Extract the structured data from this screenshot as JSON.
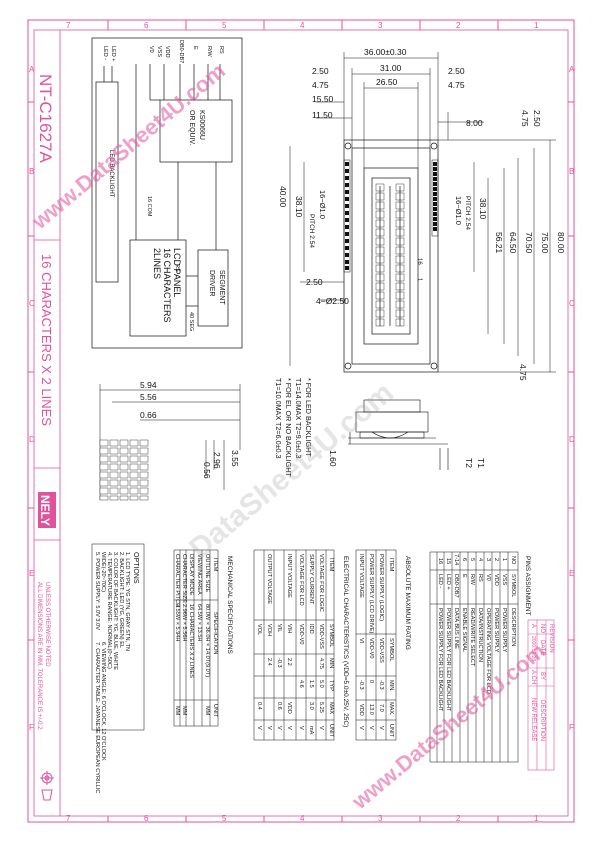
{
  "title": {
    "model": "NT-C1627A",
    "subtitle": "16 CHARACTERS X 2 LINES",
    "logo_text": "NELY"
  },
  "frame_labels": {
    "top": [
      "7",
      "6",
      "5",
      "4",
      "3",
      "2",
      "1"
    ],
    "left": [
      "A",
      "B",
      "C",
      "D",
      "E",
      "F"
    ]
  },
  "block_diagram": {
    "pins_left": [
      "LED -",
      "LED +",
      "V0",
      "VSS",
      "VDD",
      "DB0-DB7",
      "E",
      "R/W",
      "RS"
    ],
    "controller": [
      "KS0066U",
      "OR EQUIV."
    ],
    "backlight": "LED   BACKLIGHT",
    "bus_16com": "16 COM",
    "panel": [
      "LCD PANEL",
      "16 CHARACTERS",
      "2LINES"
    ],
    "segment_driver": [
      "SEGMENT",
      "DRIVER"
    ],
    "bus_40seg": "40 SEG",
    "bus_rs": "RS"
  },
  "dims_top": {
    "d36": "36.00±0.30",
    "d250a": "2.50",
    "d31": "31.00",
    "d250b": "2.50",
    "d475a": "4.75",
    "d2650": "26.50",
    "d475b": "4.75",
    "d1550": "15.50",
    "d1150": "11.50",
    "d800": "8.00",
    "d250c": "2.50",
    "d475c": "4.75"
  },
  "dims_right": {
    "d8000": "80.00",
    "d7500": "75.00",
    "d7050": "70.50",
    "d6450": "64.50",
    "d5621": "56.21",
    "d3810b": "38.10",
    "pitch_r": "PITCH 2.54",
    "hole_r": "16−Ø1.0",
    "d4000": "40.00",
    "d3810a": "38.10",
    "pitch_l": "PITCH 2.54",
    "hole_l": "16−Ø1.0",
    "d250d": "2.50",
    "mount": "4−Ø2.50",
    "d475d": "4.75",
    "pin1": "1",
    "pin16": "16"
  },
  "notes_side": [
    "* FOR LED BACKLIGHT",
    "T1=14.0MAX   T2=9.0±0.3",
    "* FOR EL OR NO BACKLIGHT",
    "T1=10.0MAX   T2=6.0±0.3"
  ],
  "side_dims": {
    "d160": "1.60",
    "t1": "T1",
    "t2": "T2"
  },
  "char_dims": {
    "d594": "5.94",
    "d556": "5.56",
    "d066": "0.66",
    "d296": "2.96",
    "d056": "0.56",
    "d355": "3.55"
  },
  "options": {
    "title": "OPTIONS",
    "items": [
      "1. LCD TYPE: YG STN, GRAY STN, TN",
      "2. BACKLIGHT: LED (YG, GREEN)  EL",
      "3. COLOR OF BACKLIGHT: YG, BLUE, WHITE",
      "4. TEMPERATURE RANGE: NORMAL(0~50C)",
      "            WIDE(-20~70C)",
      "5. POWER SUPPLY: 5.0V   3.0V",
      "6. VIEWING ANGLE: 6 O'CLOCK, 12 O'CLOCK",
      "7. CHARACTER TABLE: JAPANESE  EUROPEAN  CYRILLIC"
    ]
  },
  "mech_spec": {
    "title": "MECHANICAL SPECIFICATIONS",
    "header": [
      "ITEM",
      "SPECIFICATION",
      "UNIT"
    ],
    "rows": [
      [
        "OUTLINE SIZE",
        "80.0W × 36.0H × 14.0T(9.0T)",
        "MM"
      ],
      [
        "VIEWING AREA",
        "64.5W × 13.5H",
        ""
      ],
      [
        "DISPLAY MODE",
        "16 CHARACTERS X 2 LINES",
        ""
      ],
      [
        "CHARACTER SIZE",
        "2.96W × 5.56H",
        "MM"
      ],
      [
        "CHARACTER PITCH",
        "3.55W × 5.94H",
        "MM"
      ]
    ]
  },
  "elec": {
    "title": "ELECTRICAL CHARACTERISTICS (VDD=5.0±0.25V, 25C)",
    "header": [
      "ITEM",
      "SYMBOL",
      "MIN",
      "TYP",
      "MAX",
      "UNIT"
    ],
    "rows": [
      [
        "VOLTAGE FOR LOGIC",
        "VDD-VSS",
        "4.75",
        "5.0",
        "5.25",
        "V"
      ],
      [
        "SUPPLY CURRENT",
        "IDD",
        "",
        "1.5",
        "3.0",
        "mA"
      ],
      [
        "VOLTAGE FOR LCD",
        "VDD-V0",
        "",
        "4.6",
        "",
        "V"
      ],
      [
        "INPUT VOLTAGE",
        "VIH",
        "2.2",
        "",
        "VDD",
        "V"
      ],
      [
        "",
        "VIL",
        "-0.3",
        "",
        "0.6",
        "V"
      ],
      [
        "OUTPUT VOLTAGE",
        "VOH",
        "2.4",
        "",
        "",
        "V"
      ],
      [
        "",
        "VOL",
        "",
        "",
        "0.4",
        "V"
      ]
    ]
  },
  "abs": {
    "title": "ABSOLUTE MAXIMUM RATING",
    "header": [
      "ITEM",
      "SYMBOL",
      "MIN.",
      "MAX.",
      "UNIT"
    ],
    "rows": [
      [
        "POWER SUPPLY (LOGIC)",
        "VDD-VSS",
        "-0.3",
        "7.0",
        "V"
      ],
      [
        "POWER SUPPLY (LCD DRIVE)",
        "VDD-V0",
        "0",
        "13.0",
        "V"
      ],
      [
        "INPUT VOLTAGE",
        "VI",
        "-0.3",
        "VDD",
        "V"
      ]
    ]
  },
  "pins": {
    "title": "PINS ASSIGNMENT",
    "header": [
      "NO",
      "SYMBOL",
      "DESCRIPTION"
    ],
    "rows": [
      [
        "1",
        "VSS",
        "POWER SUPPLY"
      ],
      [
        "2",
        "VDD",
        "POWER SUPPLY"
      ],
      [
        "3",
        "V0",
        "OPERATING VOLTAGE FOR LCD"
      ],
      [
        "4",
        "RS",
        "DATA/INSTRUCTION"
      ],
      [
        "5",
        "R/W",
        "READ/WRITE SELECT"
      ],
      [
        "6",
        "E",
        "ENABLE SIGNAL"
      ],
      [
        "7-14",
        "DB0-DB7",
        "DATA BUS LINE"
      ],
      [
        "15",
        "LED +",
        "POWER SUPPLY FOR LED BACKLIGHT"
      ],
      [
        "16",
        "LED -",
        "POWER SUPPLY FOR LED BACKLIGHT"
      ]
    ]
  },
  "revision": {
    "title": "REVISION",
    "header": [
      "NO",
      "DATE",
      "BY",
      "DESCRIPTION"
    ],
    "row": [
      "A",
      "2000.12.28",
      "A.CH",
      "NEW RELEASE"
    ]
  },
  "footer": {
    "tolerance": "ALL DIMENSIONS ARE IN MM, TOLERANCE IS +/-0.2",
    "unless": "UNLESS OTHERWISE NOTED"
  },
  "watermarks": [
    "www.DataSheet4U.com",
    "DataSheet4U.com",
    "www.DataSheet4U.com"
  ],
  "colors": {
    "accent": "#e0529c",
    "ink": "#111111"
  }
}
